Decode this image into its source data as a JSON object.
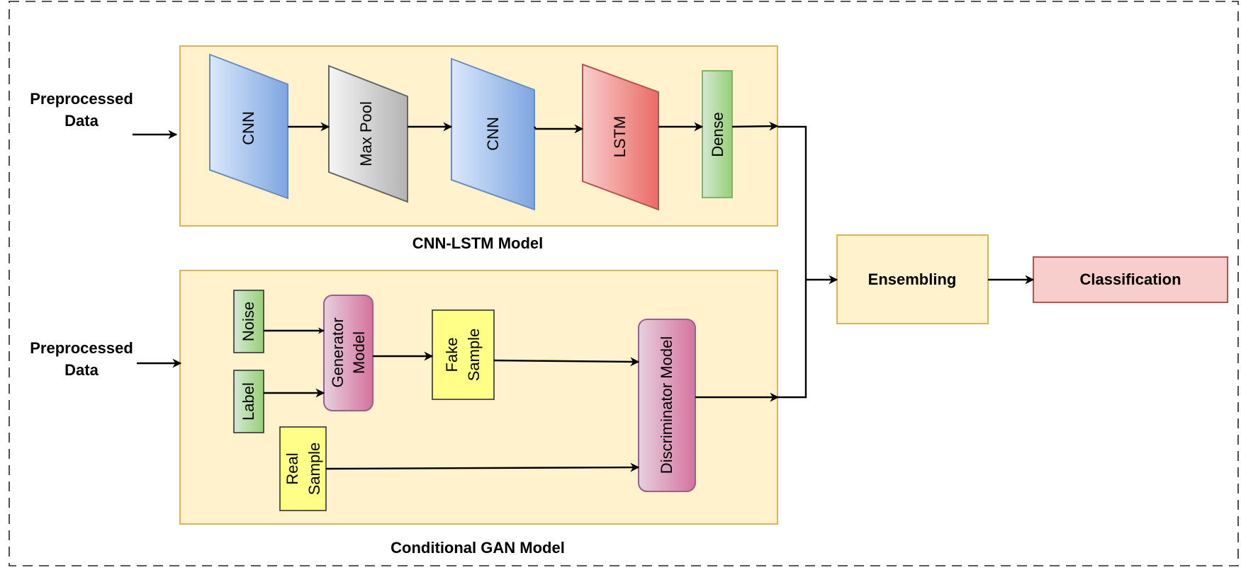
{
  "inputs": {
    "top": {
      "line1": "Preprocessed",
      "line2": "Data"
    },
    "bottom": {
      "line1": "Preprocessed",
      "line2": "Data"
    }
  },
  "cnn_lstm": {
    "caption": "CNN-LSTM Model",
    "cnn1": "CNN",
    "maxpool": "Max Pool",
    "cnn2": "CNN",
    "lstm": "LSTM",
    "dense": "Dense"
  },
  "cgan": {
    "caption": "Conditional GAN Model",
    "noise": "Noise",
    "label": "Label",
    "generator": {
      "line1": "Generator",
      "line2": "Model"
    },
    "fake_sample": {
      "line1": "Fake",
      "line2": "Sample"
    },
    "real_sample": {
      "line1": "Real",
      "line2": "Sample"
    },
    "discriminator": "Discriminator Model"
  },
  "ensembling": "Ensembling",
  "classification": "Classification",
  "colors": {
    "panel_fill": "#fff2cc",
    "panel_stroke": "#d6b656",
    "cnn_blue": "#7ea6e0",
    "pool_gray": "#b3b3b3",
    "lstm_red": "#ea6b66",
    "dense_green": "#97d077",
    "pink": "#d5739d",
    "yellow": "#ffff88",
    "class_fill": "#f8cecc",
    "class_stroke": "#b85450"
  }
}
